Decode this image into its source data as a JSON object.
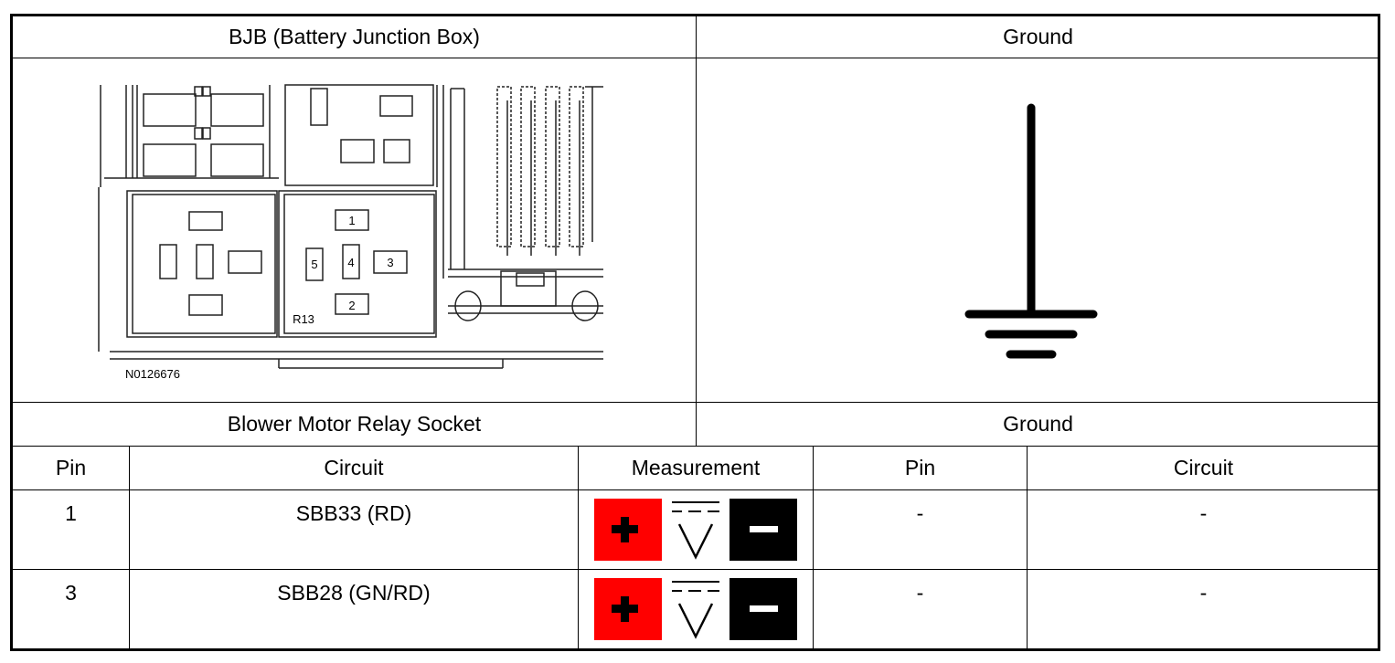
{
  "top": {
    "left_header": "BJB (Battery Junction Box)",
    "right_header": "Ground",
    "diagram": {
      "labels": [
        "1",
        "2",
        "3",
        "4",
        "5"
      ],
      "relay_label": "R13",
      "figure_id": "N0126676"
    }
  },
  "section": {
    "left_header": "Blower Motor Relay Socket",
    "right_header": "Ground"
  },
  "table": {
    "headers": [
      "Pin",
      "Circuit",
      "Measurement",
      "Pin",
      "Circuit"
    ],
    "rows": [
      {
        "pin": "1",
        "circuit": "SBB33 (RD)",
        "ground_pin": "-",
        "ground_circuit": "-"
      },
      {
        "pin": "3",
        "circuit": "SBB28 (GN/RD)",
        "ground_pin": "-",
        "ground_circuit": "-"
      }
    ],
    "measurement_icon": "dc-voltmeter-icon",
    "colors": {
      "positive": "#ff0000",
      "negative": "#000000"
    }
  }
}
